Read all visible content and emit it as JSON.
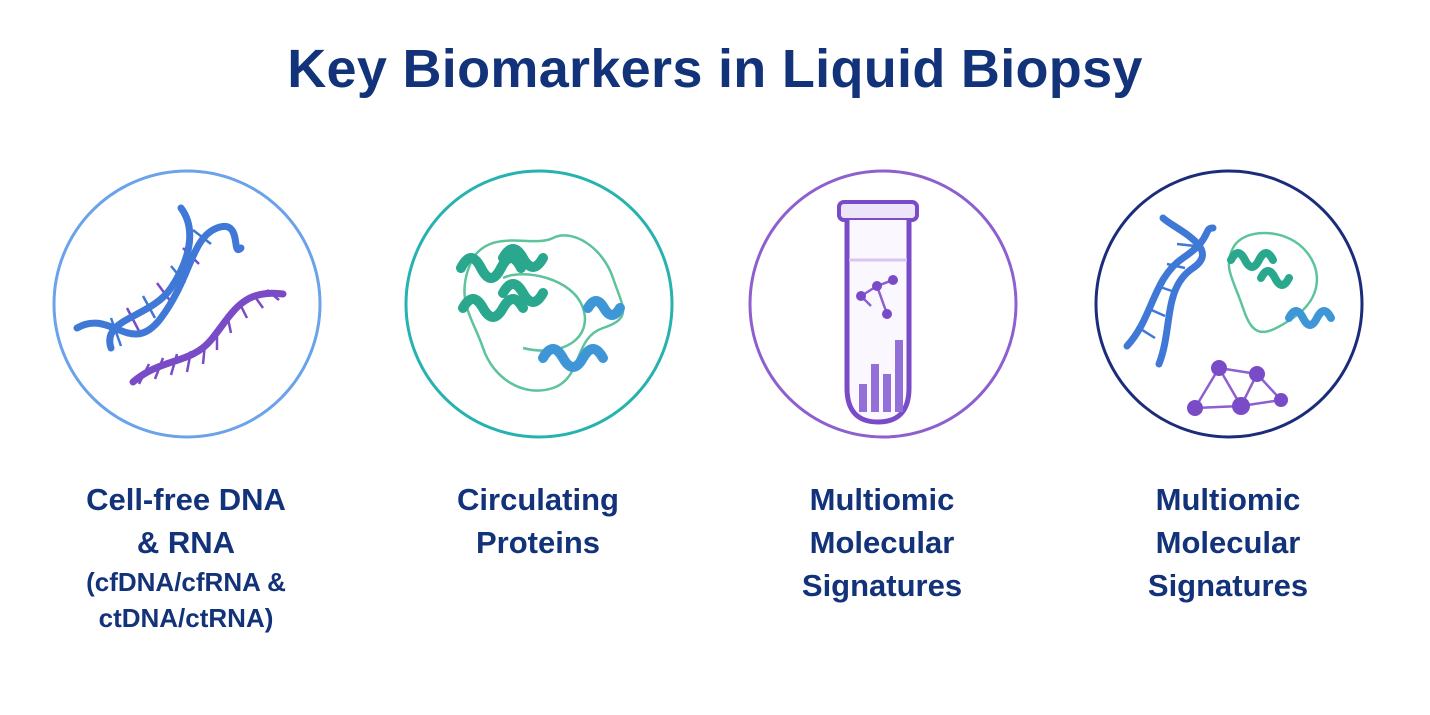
{
  "title": "Key Biomarkers in Liquid Biopsy",
  "colors": {
    "title": "#12327a",
    "ring_dna": "#6aa3ea",
    "ring_protein": "#26b3b0",
    "ring_multiomic": "#8d5fcf",
    "ring_combined": "#1b2d7a",
    "dna_blue": "#3f78d6",
    "rna_purple": "#7a4bc6",
    "protein_teal": "#2aa88e",
    "protein_blue": "#3e96d6"
  },
  "cards": [
    {
      "line1": "Cell-free DNA",
      "line2": "& RNA",
      "sub1": "(cfDNA/cfRNA &",
      "sub2": "ctDNA/ctRNA)",
      "icon": "dna-rna-icon"
    },
    {
      "line1": "Circulating",
      "line2": "Proteins",
      "icon": "protein-icon"
    },
    {
      "line1": "Multiomic",
      "line2": "Molecular",
      "line3": "Signatures",
      "icon": "test-tube-icon"
    },
    {
      "line1": "Multiomic",
      "line2": "Molecular",
      "line3": "Signatures",
      "icon": "combined-biomarkers-icon"
    }
  ]
}
